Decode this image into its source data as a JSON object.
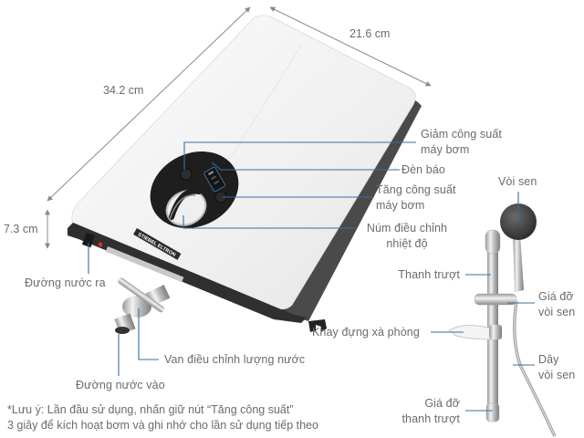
{
  "dimensions": {
    "length": "34.2 cm",
    "width": "21.6 cm",
    "depth": "7.3 cm"
  },
  "heater": {
    "brand": "STIEBEL ELTRON",
    "callouts": [
      {
        "id": "decrease_pump",
        "lines": [
          "Giảm công suất",
          "máy bơm"
        ]
      },
      {
        "id": "indicator",
        "lines": [
          "Đèn báo"
        ]
      },
      {
        "id": "increase_pump",
        "lines": [
          "Tăng công suất",
          "máy bơm"
        ]
      },
      {
        "id": "temp_knob",
        "lines": [
          "Núm điều chỉnh",
          "nhiệt độ"
        ]
      },
      {
        "id": "water_out",
        "lines": [
          "Đường nước ra"
        ]
      },
      {
        "id": "flow_valve",
        "lines": [
          "Van điều chỉnh lượng nước"
        ]
      },
      {
        "id": "water_in",
        "lines": [
          "Đường nước vào"
        ]
      }
    ]
  },
  "shower": {
    "callouts": [
      {
        "id": "shower_head",
        "lines": [
          "Vòi sen"
        ]
      },
      {
        "id": "slide_bar",
        "lines": [
          "Thanh trượt"
        ]
      },
      {
        "id": "head_holder",
        "lines": [
          "Giá đỡ",
          "vòi sen"
        ]
      },
      {
        "id": "soap_tray",
        "lines": [
          "Khay đựng xà phòng"
        ]
      },
      {
        "id": "hose",
        "lines": [
          "Dây",
          "vòi sen"
        ]
      },
      {
        "id": "bar_holder",
        "lines": [
          "Giá đỡ",
          "thanh trượt"
        ]
      }
    ]
  },
  "note": {
    "line1": "*Lưu ý: Lần đầu sử dụng, nhấn giữ nút “Tăng công suất”",
    "line2": "3 giây để kích hoạt bơm và ghi nhớ cho lần sử dụng tiếp theo"
  },
  "colors": {
    "leader_line": "#3a6f9e",
    "text": "#6b6b6b",
    "dimension_line": "#8a8a8a",
    "heater_body": "#f4f4f4",
    "heater_side": "#4a4a4a",
    "control_panel": "#1e1e1e"
  }
}
